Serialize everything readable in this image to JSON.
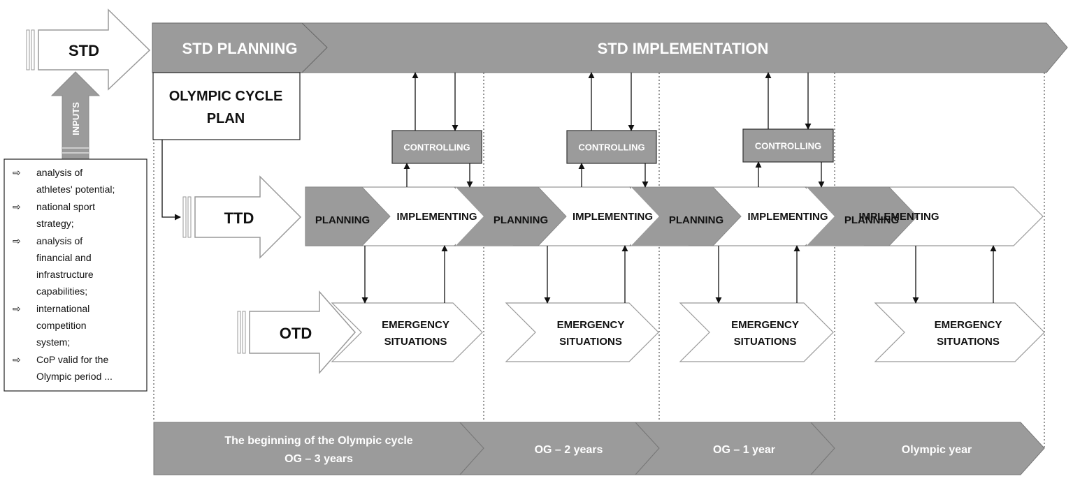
{
  "std": {
    "label": "STD"
  },
  "inputs": {
    "label": "INPUTS",
    "items": [
      [
        "analysis of",
        "athletes' potential;"
      ],
      [
        "national sport",
        "strategy;"
      ],
      [
        "analysis of",
        "financial and",
        "infrastructure",
        "capabilities;"
      ],
      [
        "international",
        "competition",
        "system;"
      ],
      [
        "CoP valid for the",
        "Olympic period ..."
      ]
    ],
    "bullet": "⇨"
  },
  "top_bar": {
    "planning": "STD PLANNING",
    "implementation": "STD IMPLEMENTATION"
  },
  "olympic_plan": {
    "line1": "OLYMPIC CYCLE",
    "line2": "PLAN"
  },
  "ttd": {
    "label": "TTD"
  },
  "otd": {
    "label": "OTD"
  },
  "phases": [
    {
      "planning": "PLANNING",
      "implementing": "IMPLEMENTING",
      "controlling": "CONTROLLING",
      "emergency": [
        "EMERGENCY",
        "SITUATIONS"
      ]
    },
    {
      "planning": "PLANNING",
      "implementing": "IMPLEMENTING",
      "controlling": "CONTROLLING",
      "emergency": [
        "EMERGENCY",
        "SITUATIONS"
      ]
    },
    {
      "planning": "PLANNING",
      "implementing": "IMPLEMENTING",
      "controlling": "CONTROLLING",
      "emergency": [
        "EMERGENCY",
        "SITUATIONS"
      ]
    },
    {
      "planning": "PLANNING",
      "implementing": "IMPLEMENTING",
      "controlling": "",
      "emergency": [
        "EMERGENCY",
        "SITUATIONS"
      ]
    }
  ],
  "timeline": [
    {
      "line1": "The beginning of the Olympic cycle",
      "line2": "OG – 3 years"
    },
    {
      "line1": "OG – 2 years",
      "line2": ""
    },
    {
      "line1": "OG – 1 year",
      "line2": ""
    },
    {
      "line1": "Olympic year",
      "line2": ""
    }
  ],
  "colors": {
    "dark": "#9b9b9b",
    "darker": "#8f8f8f",
    "light": "#ffffff",
    "stroke": "#8a8a8a",
    "text": "#111111"
  }
}
